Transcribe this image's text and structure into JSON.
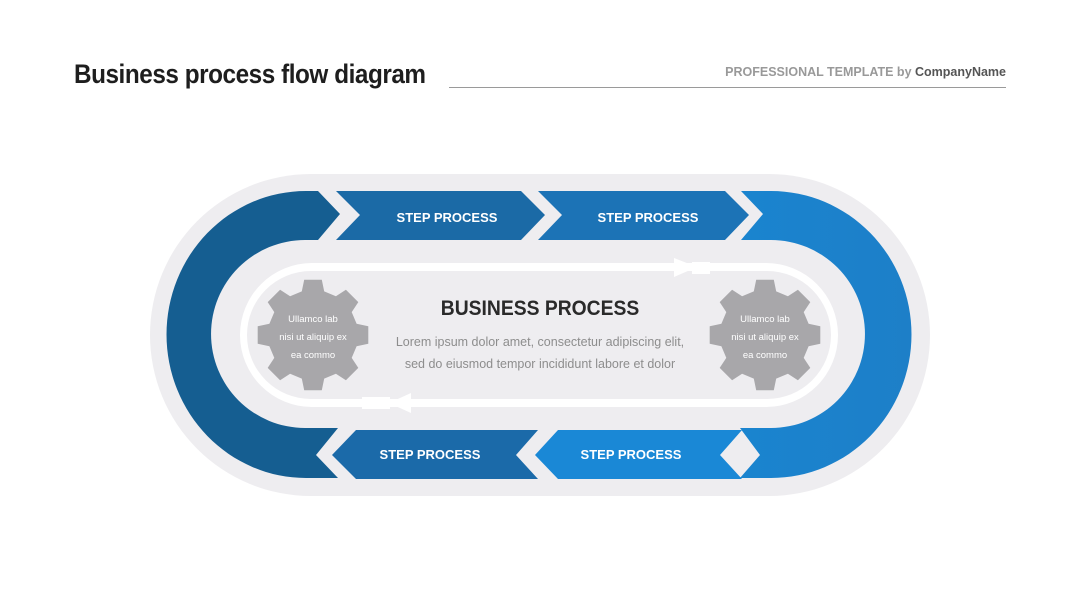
{
  "header": {
    "title": "Business process flow diagram",
    "byline_prefix": "PROFESSIONAL TEMPLATE by ",
    "byline_company": "CompanyName"
  },
  "steps": [
    {
      "label": "STEP PROCESS"
    },
    {
      "label": "STEP PROCESS"
    },
    {
      "label": "STEP PROCESS"
    },
    {
      "label": "STEP PROCESS"
    }
  ],
  "center": {
    "title": "BUSINESS PROCESS",
    "body_line1": "Lorem ipsum dolor amet, consectetur adipiscing elit,",
    "body_line2": "sed do eiusmod tempor incididunt  labore et dolor"
  },
  "gears": [
    {
      "line1": "Ullamco lab",
      "line2": "nisi ut aliquip ex",
      "line3": "ea commo"
    },
    {
      "line1": "Ullamco lab",
      "line2": "nisi ut aliquip ex",
      "line3": "ea commo"
    }
  ],
  "colors": {
    "dark_blue": "#155e91",
    "mid_blue": "#1b6fae",
    "bright_blue": "#1a84cf",
    "ring_gray": "#eeedf0",
    "gear_gray": "#a8a7aa"
  }
}
